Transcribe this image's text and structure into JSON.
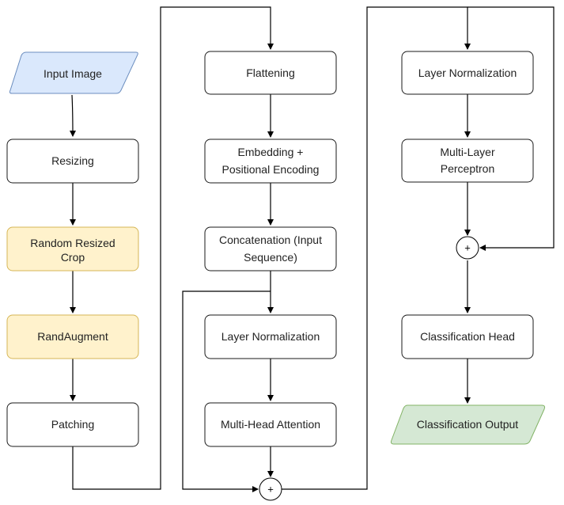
{
  "diagram": {
    "colors": {
      "input_fill": "#dae8fc",
      "input_stroke": "#6c8ebf",
      "augment_fill": "#fff2cc",
      "augment_stroke": "#d6b656",
      "output_fill": "#d5e8d4",
      "output_stroke": "#82b366",
      "box_fill": "#ffffff",
      "box_stroke": "#1a1a1a"
    },
    "nodes": {
      "input_image": {
        "label": "Input Image",
        "shape": "parallelogram"
      },
      "resizing": {
        "label": "Resizing"
      },
      "random_resized_crop": {
        "lines": [
          "Random Resized",
          "Crop"
        ]
      },
      "randaugment": {
        "label": "RandAugment"
      },
      "patching": {
        "label": "Patching"
      },
      "flattening": {
        "label": "Flattening"
      },
      "embedding": {
        "lines": [
          "Embedding +",
          "Positional Encoding"
        ]
      },
      "concatenation": {
        "lines": [
          "Concatenation (Input",
          "Sequence)"
        ]
      },
      "layer_norm_1": {
        "label": "Layer Normalization"
      },
      "multi_head_attention": {
        "label": "Multi-Head Attention"
      },
      "layer_norm_2": {
        "label": "Layer Normalization"
      },
      "mlp": {
        "lines": [
          "Multi-Layer",
          "Perceptron"
        ]
      },
      "classification_head": {
        "label": "Classification Head"
      },
      "classification_output": {
        "label": "Classification Output",
        "shape": "parallelogram"
      }
    },
    "junctions": {
      "add_1": {
        "symbol": "+"
      },
      "add_2": {
        "symbol": "+"
      }
    }
  }
}
